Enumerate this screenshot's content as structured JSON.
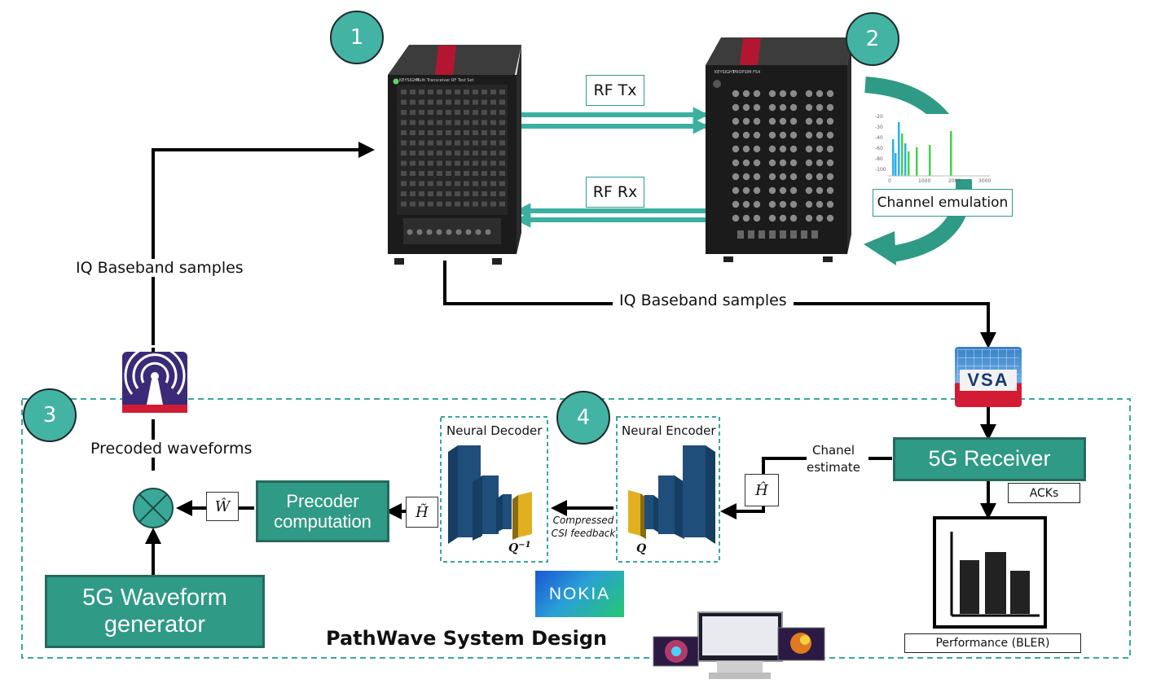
{
  "markers": [
    "1",
    "2",
    "3",
    "4"
  ],
  "labels": {
    "rf_tx": "RF Tx",
    "rf_rx": "RF Rx",
    "channel_emulation": "Channel emulation",
    "iq_left": "IQ Baseband samples",
    "iq_right": "IQ Baseband samples",
    "precoded_waveforms": "Precoded waveforms",
    "chanel_estimate_line1": "Chanel",
    "chanel_estimate_line2": "estimate",
    "acks": "ACKs",
    "performance": "Performance (BLER)",
    "pathwave": "PathWave System Design",
    "neural_decoder": "Neural Decoder",
    "neural_encoder": "Neural Encoder",
    "compressed_line1": "Compressed",
    "compressed_line2": "CSI feedback",
    "q_inverse": "Q",
    "q_inverse_sup": "−1",
    "q": "Q",
    "w_hat": "Ŵ",
    "h_tilde": "H̃",
    "h_hat": "Ĥ"
  },
  "blocks": {
    "receiver": "5G Receiver",
    "precoder_line1": "Precoder",
    "precoder_line2": "computation",
    "waveform_line1": "5G Waveform",
    "waveform_line2": "generator"
  },
  "logos": {
    "vsa": "VSA",
    "nokia": "NOKIA",
    "keysight": "KEYSIGHT"
  },
  "instrument_text": {
    "left_panel_title": "Multi Transceiver RF Test Set",
    "right_panel_title": "PROPSIM FS4"
  },
  "mini_chart": {
    "y_ticks": [
      "-20",
      "-30",
      "-40",
      "-60",
      "-80",
      "-100"
    ],
    "x_ticks": [
      "0",
      "1000",
      "2000",
      "3000"
    ]
  },
  "colors": {
    "teal": "#2f9a86",
    "teal_dark": "#26695c",
    "marker": "#43b3a4",
    "gold": "#e0b020",
    "network_blue": "#1f4e7a"
  }
}
